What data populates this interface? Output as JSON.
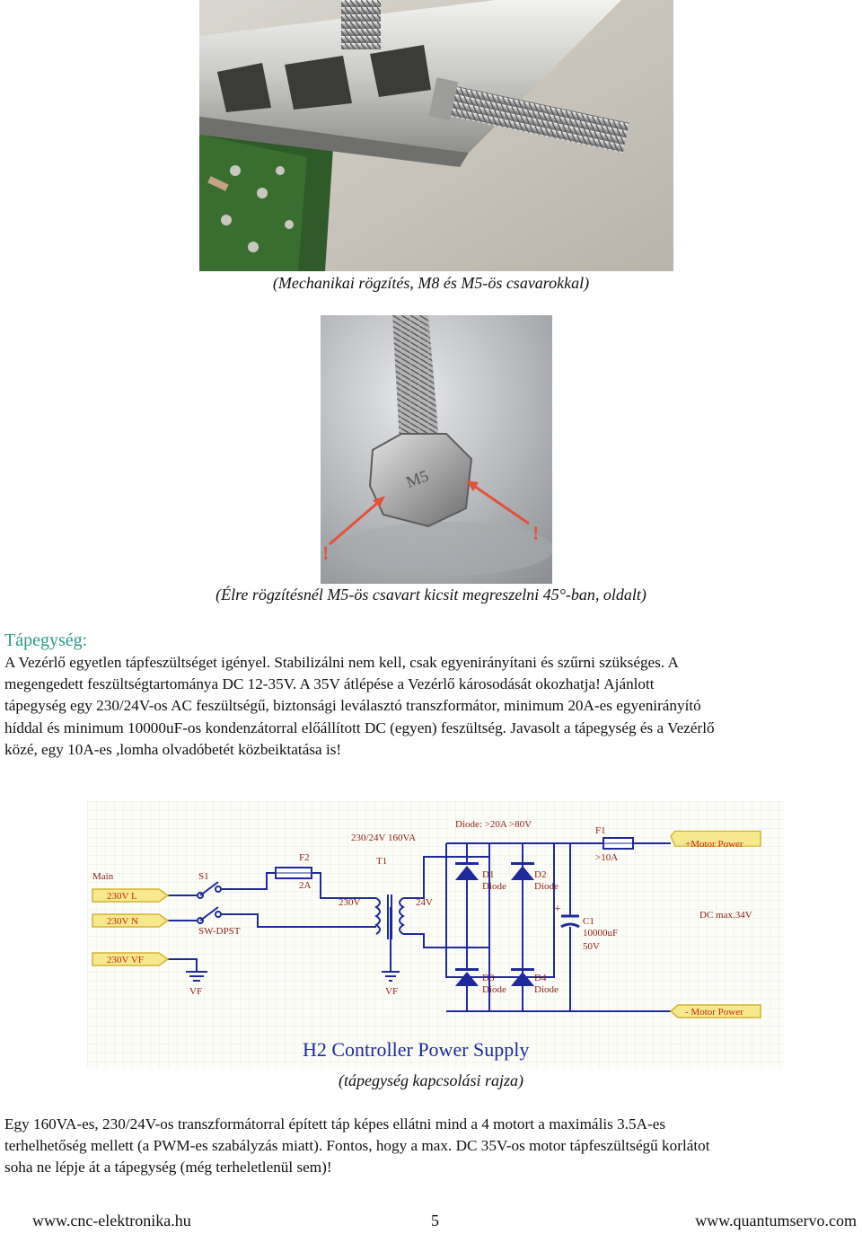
{
  "photo1": {
    "caption": "(Mechanikai rögzítés, M8 és M5-ös csavarokkal)"
  },
  "photo2": {
    "caption": "(Élre rögzítésnél M5-ös csavart kicsit megreszelni 45°-ban, oldalt)",
    "bolt_mark": "M5",
    "warning_mark": "!"
  },
  "section": {
    "heading": "Tápegység:"
  },
  "paragraph1": {
    "lines": [
      "A Vezérlő egyetlen tápfeszültséget igényel. Stabilizálni nem kell, csak egyenirányítani és szűrni szükséges. A",
      "megengedett feszültségtartománya DC 12-35V. A 35V átlépése a Vezérlő károsodását okozhatja! Ajánlott",
      "tápegység egy 230/24V-os AC feszültségű, biztonsági leválasztó transzformátor, minimum 20A-es egyenirányító",
      "híddal és minimum 10000uF-os kondenzátorral előállított DC (egyen) feszültség. Javasolt a tápegység és a Vezérlő",
      "közé, egy 10A-es ,lomha olvadóbetét közbeiktatása is!"
    ]
  },
  "schematic": {
    "title": "H2 Controller Power Supply",
    "caption": "(tápegység kapcsolási rajza)",
    "labels": {
      "main": "Main",
      "l": "230V L",
      "n": "230V N",
      "vf": "230V VF",
      "vf_gnd": "VF",
      "vf_gnd2": "VF",
      "s1": "S1",
      "sw": "SW-DPST",
      "f2": "F2",
      "f2_val": "2A",
      "t1": "T1",
      "t1_rating": "230/24V 160VA",
      "primary": "230V",
      "secondary": "24V",
      "diode_spec": "Diode: >20A >80V",
      "d1": "D1",
      "d1_type": "Diode",
      "d2": "D2",
      "d2_type": "Diode",
      "d3": "D3",
      "d3_type": "Diode",
      "d4": "D4",
      "d4_type": "Diode",
      "f1": "F1",
      "f1_val": ">10A",
      "c1": "C1",
      "c1_val": "10000uF",
      "c1_volt": "50V",
      "plus": "+",
      "dcmax": "DC max.34V",
      "motor_plus": "+Motor Power",
      "motor_minus": "- Motor Power"
    }
  },
  "paragraph2": {
    "lines": [
      "Egy 160VA-es, 230/24V-os transzformátorral épített táp képes ellátni mind a 4 motort a maximális 3.5A-es",
      "terhelhetőség mellett (a PWM-es szabályzás miatt). Fontos, hogy a max. DC 35V-os motor tápfeszültségű korlátot",
      "soha ne lépje át a tápegység (még terheletlenül sem)!"
    ]
  },
  "footer": {
    "left": "www.cnc-elektronika.hu",
    "page": "5",
    "right": "www.quantumservo.com"
  },
  "colors": {
    "heading": "#2a9a8a",
    "wire": "#1e2a9a",
    "tag_fill": "#f6e88c",
    "tag_border": "#d4b234",
    "text_dark": "#8a1e12"
  }
}
